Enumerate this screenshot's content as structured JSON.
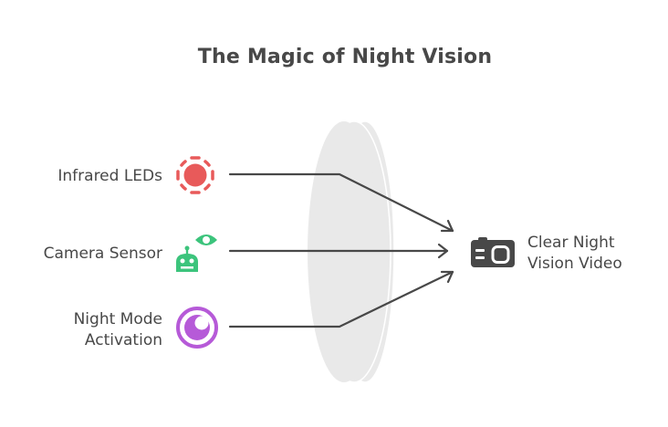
{
  "title": "The Magic of Night Vision",
  "inputs": [
    {
      "label_lines": [
        "Infrared LEDs"
      ],
      "icon": "infrared-led-icon",
      "color": "#e85a5a"
    },
    {
      "label_lines": [
        "Camera Sensor"
      ],
      "icon": "camera-sensor-icon",
      "color": "#3cc47c"
    },
    {
      "label_lines": [
        "Night Mode",
        "Activation"
      ],
      "icon": "night-mode-icon",
      "color": "#b65ad8"
    }
  ],
  "output": {
    "label_lines": [
      "Clear Night",
      "Vision Video"
    ],
    "icon": "video-camera-icon",
    "color": "#484848"
  },
  "center": {
    "shape": "lens",
    "color": "#e9e9e9"
  },
  "connector_color": "#484848"
}
